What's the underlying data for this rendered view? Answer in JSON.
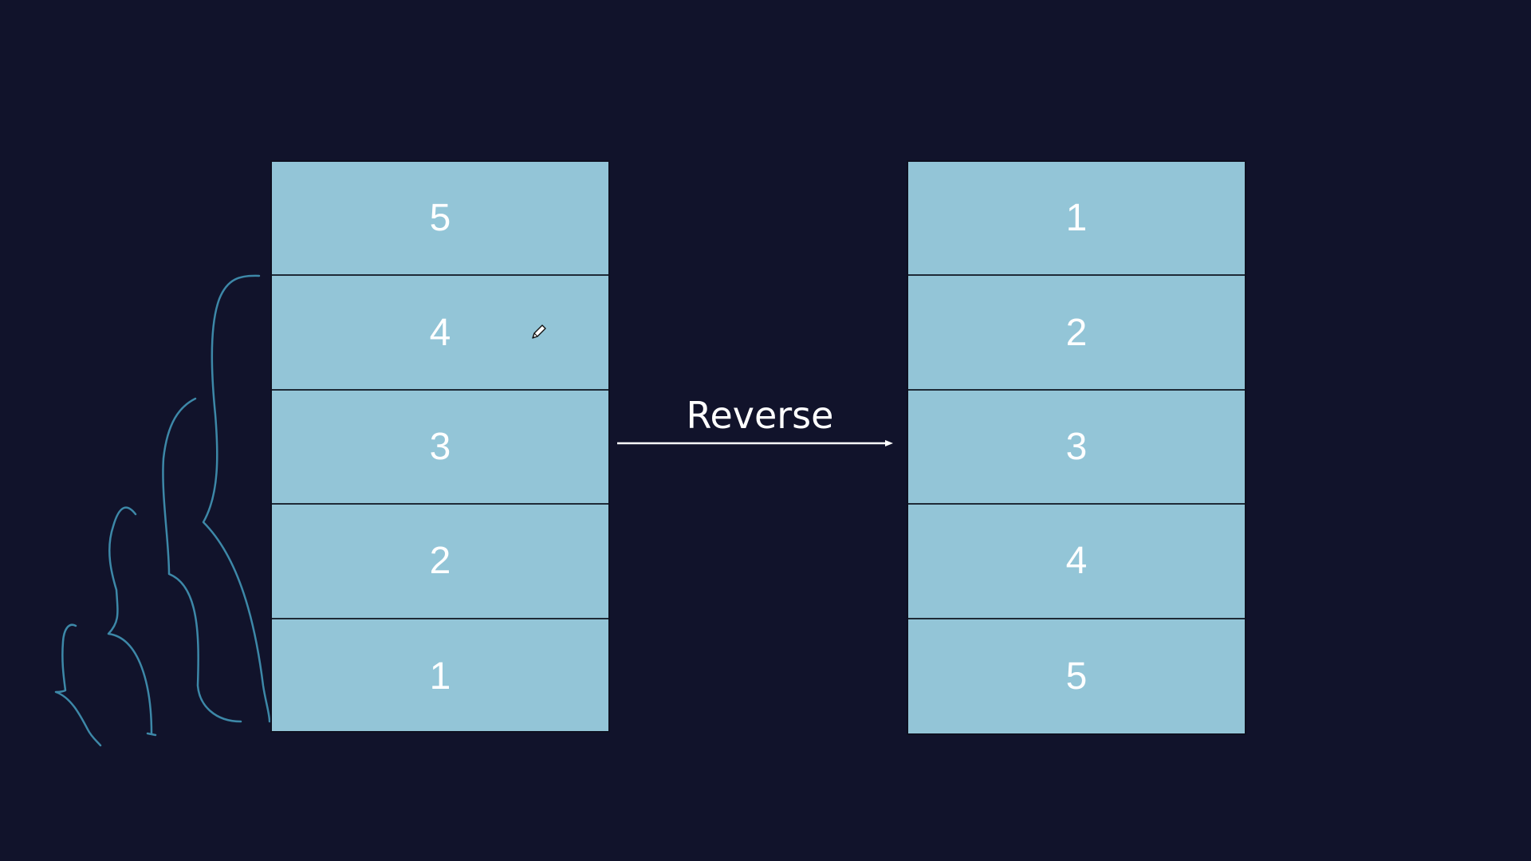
{
  "diagram": {
    "arrow_label": "Reverse",
    "left_stack": [
      "5",
      "4",
      "3",
      "2",
      "1"
    ],
    "right_stack": [
      "1",
      "2",
      "3",
      "4",
      "5"
    ],
    "colors": {
      "background": "#11132b",
      "cell_fill": "#93c5d7",
      "sketch_stroke": "#3d88a8"
    }
  }
}
